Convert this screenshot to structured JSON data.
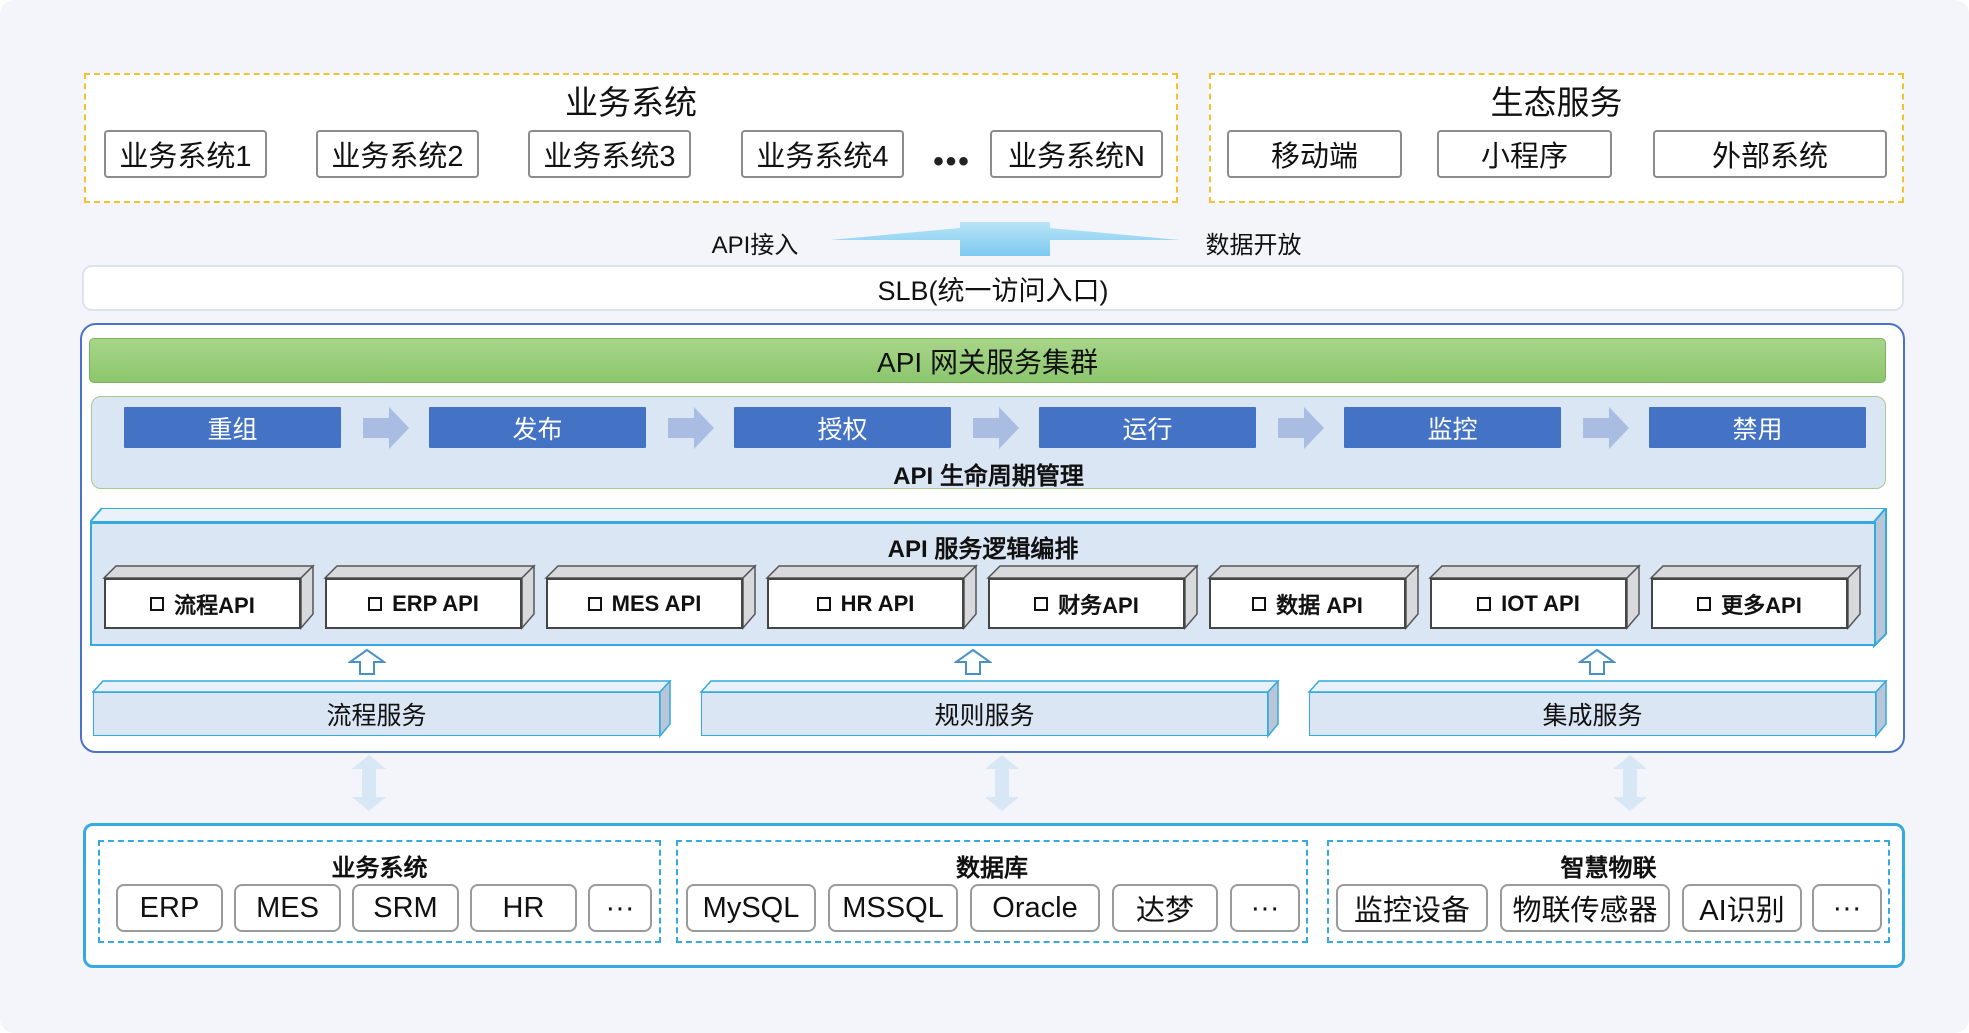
{
  "business_systems": {
    "title": "业务系统",
    "items": [
      "业务系统1",
      "业务系统2",
      "业务系统3",
      "业务系统4",
      "业务系统N"
    ],
    "ellipsis": "•••"
  },
  "ecosystem": {
    "title": "生态服务",
    "items": [
      "移动端",
      "小程序",
      "外部系统"
    ]
  },
  "flow": {
    "api_access": "API接入",
    "data_open": "数据开放"
  },
  "slb": "SLB(统一访问入口)",
  "gateway_cluster": "API 网关服务集群",
  "lifecycle": {
    "stages": [
      "重组",
      "发布",
      "授权",
      "运行",
      "监控",
      "禁用"
    ],
    "title": "API 生命周期管理"
  },
  "orchestration": {
    "title": "API 服务逻辑编排",
    "apis": [
      "流程API",
      "ERP API",
      "MES API",
      "HR API",
      "财务API",
      "数据 API",
      "IOT API",
      "更多API"
    ]
  },
  "services": [
    "流程服务",
    "规则服务",
    "集成服务"
  ],
  "bottom": {
    "groups": [
      {
        "title": "业务系统",
        "items": [
          "ERP",
          "MES",
          "SRM",
          "HR",
          "···"
        ]
      },
      {
        "title": "数据库",
        "items": [
          "MySQL",
          "MSSQL",
          "Oracle",
          "达梦",
          "···"
        ]
      },
      {
        "title": "智慧物联",
        "items": [
          "监控设备",
          "物联传感器",
          "AI识别",
          "···"
        ]
      }
    ]
  },
  "colors": {
    "stage_blue": "#4472c4",
    "gateway_green": "#8cc66d",
    "border_cyan": "#35a9e0",
    "dash_yellow": "#f2c230",
    "panel_bg": "#dbe6f5"
  }
}
